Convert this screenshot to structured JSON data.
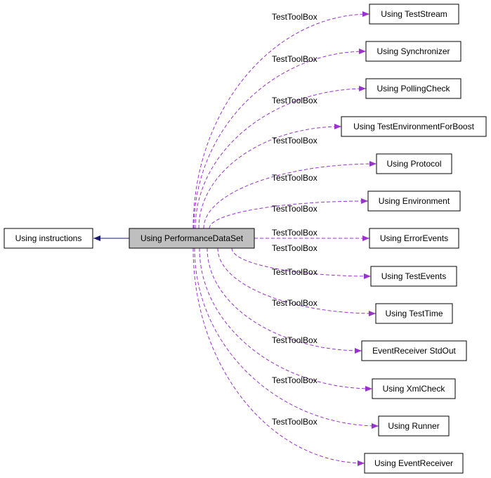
{
  "nodes": {
    "instructions": "Using instructions",
    "center": "Using PerformanceDataSet",
    "right": [
      "Using TestStream",
      "Using Synchronizer",
      "Using PollingCheck",
      "Using TestEnvironmentForBoost",
      "Using Protocol",
      "Using Environment",
      "Using ErrorEvents",
      "Using TestEvents",
      "Using TestTime",
      "EventReceiver StdOut",
      "Using XmlCheck",
      "Using Runner",
      "Using EventReceiver"
    ]
  },
  "edge_label": "TestToolBox",
  "colors": {
    "dashed_edge": "#9a32cd",
    "solid_edge": "#191970",
    "center_fill": "#bfbfbf"
  }
}
